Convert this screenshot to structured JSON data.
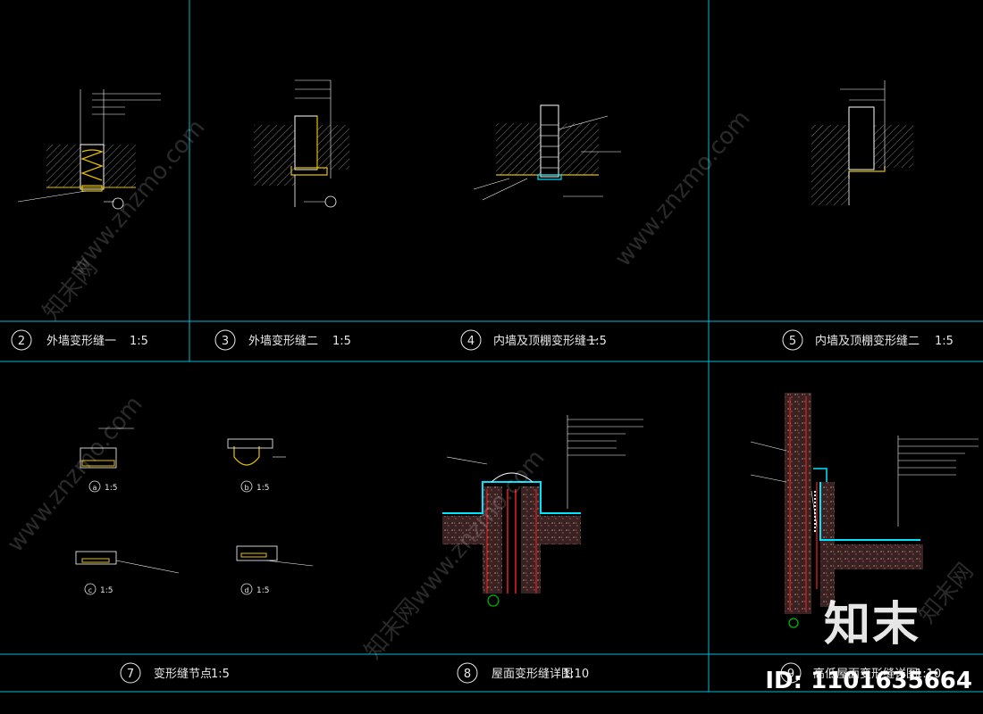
{
  "colors": {
    "background": "#000000",
    "frame": "#00bcd4",
    "hatch": "#7a7a7a",
    "wall_line": "#ffffff",
    "sealant_yellow": "#e6c000",
    "waterproof_cyan": "#00e5ff",
    "rebar_red": "#ff2020",
    "bolt_green": "#00c000"
  },
  "details": [
    {
      "num": "2",
      "title": "外墙变形缝一",
      "scale": "1:5"
    },
    {
      "num": "3",
      "title": "外墙变形缝二",
      "scale": "1:5"
    },
    {
      "num": "4",
      "title": "内墙及顶棚变形缝一",
      "scale": "1:5"
    },
    {
      "num": "5",
      "title": "内墙及顶棚变形缝二",
      "scale": "1:5"
    },
    {
      "num": "7",
      "title": "变形缝节点",
      "scale": "1:5"
    },
    {
      "num": "8",
      "title": "屋面变形缝详图",
      "scale": "1:10"
    },
    {
      "num": "9",
      "title": "高低屋面变形缝详图",
      "scale": "1:10"
    }
  ],
  "node_scales": [
    "1:5",
    "1:5",
    "1:5",
    "1:5"
  ],
  "node_letters": [
    "a",
    "b",
    "c",
    "d"
  ],
  "watermarks": [
    "www.znzmo.com",
    "知末网",
    "www.znzmo.com",
    "知末网www.znzmo.com",
    "www.znzmo.com",
    "知末网"
  ],
  "brand": "知末",
  "id_label": "ID: 1101635664"
}
